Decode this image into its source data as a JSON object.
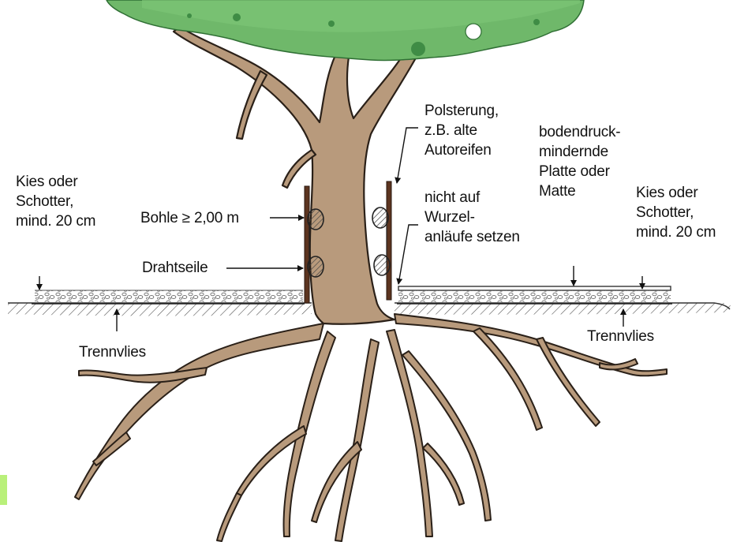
{
  "labels": {
    "left_gravel": [
      "Kies oder",
      "Schotter,",
      "mind. 20 cm"
    ],
    "plank": "Bohle ≥ 2,00 m",
    "wire": "Drahtseile",
    "left_fleece": "Trennvlies",
    "padding": [
      "Polsterung,",
      "z.B. alte",
      "Autoreifen"
    ],
    "root_flare": [
      "nicht auf",
      "Wurzel-",
      "anläufe setzen"
    ],
    "plate": [
      "bodendruck-",
      "mindernde",
      "Platte oder",
      "Matte"
    ],
    "right_gravel": [
      "Kies oder",
      "Schotter,",
      "mind. 20 cm"
    ],
    "right_fleece": "Trennvlies"
  },
  "colors": {
    "foliage": "#6fb86a",
    "foliage_dark": "#3f8c45",
    "trunk": "#b89a7c",
    "trunk_outline": "#2a2018",
    "plank": "#5c3420",
    "gravel": "#6a6a6a",
    "accent_strip": "#b9f07a"
  }
}
